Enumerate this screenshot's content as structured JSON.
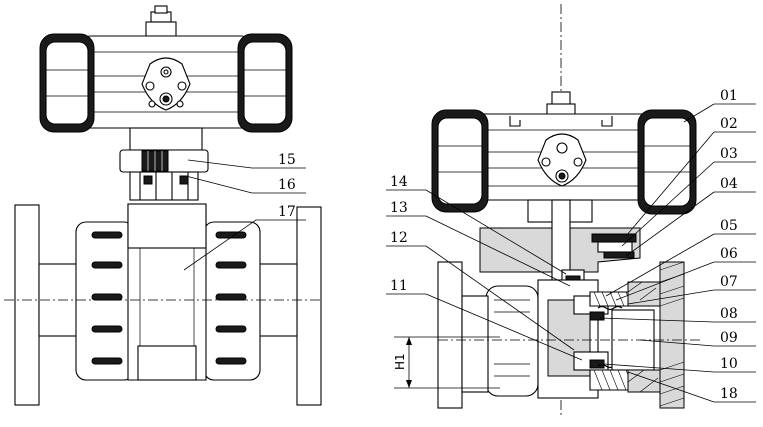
{
  "dimension_label": "H1",
  "callouts": [
    {
      "id": "01",
      "side": "right"
    },
    {
      "id": "02",
      "side": "right"
    },
    {
      "id": "03",
      "side": "right"
    },
    {
      "id": "04",
      "side": "right"
    },
    {
      "id": "05",
      "side": "right"
    },
    {
      "id": "06",
      "side": "right"
    },
    {
      "id": "07",
      "side": "right"
    },
    {
      "id": "08",
      "side": "right"
    },
    {
      "id": "09",
      "side": "right"
    },
    {
      "id": "10",
      "side": "right"
    },
    {
      "id": "18",
      "side": "right"
    },
    {
      "id": "14",
      "side": "left"
    },
    {
      "id": "13",
      "side": "left"
    },
    {
      "id": "12",
      "side": "left"
    },
    {
      "id": "11",
      "side": "left"
    },
    {
      "id": "15",
      "side": "front"
    },
    {
      "id": "16",
      "side": "front"
    },
    {
      "id": "17",
      "side": "front"
    }
  ]
}
